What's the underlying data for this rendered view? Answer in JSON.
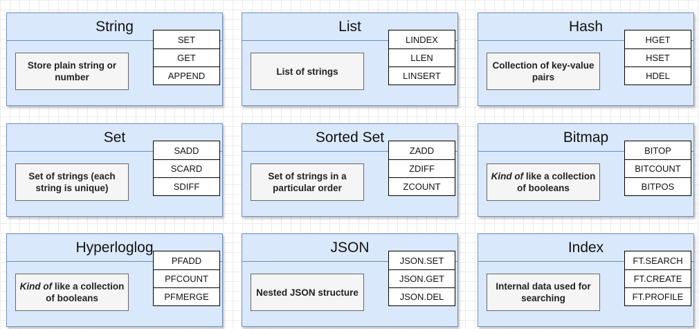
{
  "types": [
    {
      "id": "string",
      "title": "String",
      "desc_prefix": "",
      "desc": "Store plain string or number",
      "commands": [
        "SET",
        "GET",
        "APPEND"
      ]
    },
    {
      "id": "list",
      "title": "List",
      "desc_prefix": "",
      "desc": "List of strings",
      "commands": [
        "LINDEX",
        "LLEN",
        "LINSERT"
      ]
    },
    {
      "id": "hash",
      "title": "Hash",
      "desc_prefix": "",
      "desc": "Collection of key-value pairs",
      "commands": [
        "HGET",
        "HSET",
        "HDEL"
      ]
    },
    {
      "id": "set",
      "title": "Set",
      "desc_prefix": "",
      "desc": "Set of strings (each string is unique)",
      "commands": [
        "SADD",
        "SCARD",
        "SDIFF"
      ]
    },
    {
      "id": "sorted-set",
      "title": "Sorted Set",
      "desc_prefix": "",
      "desc": "Set of strings in a particular order",
      "commands": [
        "ZADD",
        "ZDIFF",
        "ZCOUNT"
      ]
    },
    {
      "id": "bitmap",
      "title": "Bitmap",
      "desc_prefix": "Kind of",
      "desc": " like a collection of booleans",
      "commands": [
        "BITOP",
        "BITCOUNT",
        "BITPOS"
      ]
    },
    {
      "id": "hyperloglog",
      "title": "Hyperloglog",
      "desc_prefix": "Kind of",
      "desc": " like a collection of booleans",
      "commands": [
        "PFADD",
        "PFCOUNT",
        "PFMERGE"
      ]
    },
    {
      "id": "json",
      "title": "JSON",
      "desc_prefix": "",
      "desc": "Nested JSON structure",
      "commands": [
        "JSON.SET",
        "JSON.GET",
        "JSON.DEL"
      ]
    },
    {
      "id": "index",
      "title": "Index",
      "desc_prefix": "",
      "desc": "Internal data used for searching",
      "commands": [
        "FT.SEARCH",
        "FT.CREATE",
        "FT.PROFILE"
      ]
    }
  ]
}
